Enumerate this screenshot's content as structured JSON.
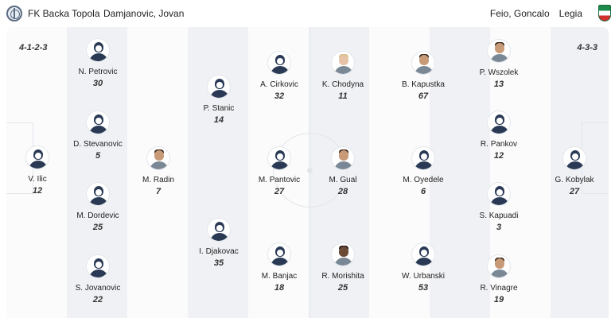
{
  "header": {
    "home_team": "FK Backa Topola",
    "home_coach": "Damjanovic, Jovan",
    "away_coach": "Feio, Goncalo",
    "away_team": "Legia"
  },
  "formations": {
    "home": "4-1-2-3",
    "away": "4-3-3"
  },
  "players": [
    {
      "id": "ilic",
      "name": "V. Ilic",
      "number": "12",
      "photo": false
    },
    {
      "id": "petrovic",
      "name": "N. Petrovic",
      "number": "30",
      "photo": false
    },
    {
      "id": "stevanovic",
      "name": "D. Stevanovic",
      "number": "5",
      "photo": false
    },
    {
      "id": "dordevic",
      "name": "M. Dordevic",
      "number": "25",
      "photo": false
    },
    {
      "id": "jovanovic",
      "name": "S. Jovanovic",
      "number": "22",
      "photo": false
    },
    {
      "id": "radin",
      "name": "M. Radin",
      "number": "7",
      "photo": true
    },
    {
      "id": "stanic",
      "name": "P. Stanic",
      "number": "14",
      "photo": false
    },
    {
      "id": "djakovac",
      "name": "I. Djakovac",
      "number": "35",
      "photo": false
    },
    {
      "id": "cirkovic",
      "name": "A. Cirkovic",
      "number": "32",
      "photo": false
    },
    {
      "id": "pantovic",
      "name": "M. Pantovic",
      "number": "27",
      "photo": false
    },
    {
      "id": "banjac",
      "name": "M. Banjac",
      "number": "18",
      "photo": false
    },
    {
      "id": "chodyna",
      "name": "K. Chodyna",
      "number": "11",
      "photo": true
    },
    {
      "id": "gual",
      "name": "M. Gual",
      "number": "28",
      "photo": true
    },
    {
      "id": "morishita",
      "name": "R. Morishita",
      "number": "25",
      "photo": true
    },
    {
      "id": "kapustka",
      "name": "B. Kapustka",
      "number": "67",
      "photo": true
    },
    {
      "id": "oyedele",
      "name": "M. Oyedele",
      "number": "6",
      "photo": false
    },
    {
      "id": "urbanski",
      "name": "W. Urbanski",
      "number": "53",
      "photo": false
    },
    {
      "id": "wszolek",
      "name": "P. Wszolek",
      "number": "13",
      "photo": true
    },
    {
      "id": "pankov",
      "name": "R. Pankov",
      "number": "12",
      "photo": false
    },
    {
      "id": "kapuadi",
      "name": "S. Kapuadi",
      "number": "3",
      "photo": false
    },
    {
      "id": "vinagre",
      "name": "R. Vinagre",
      "number": "19",
      "photo": true
    },
    {
      "id": "kobylak",
      "name": "G. Kobylak",
      "number": "27",
      "photo": false
    }
  ]
}
